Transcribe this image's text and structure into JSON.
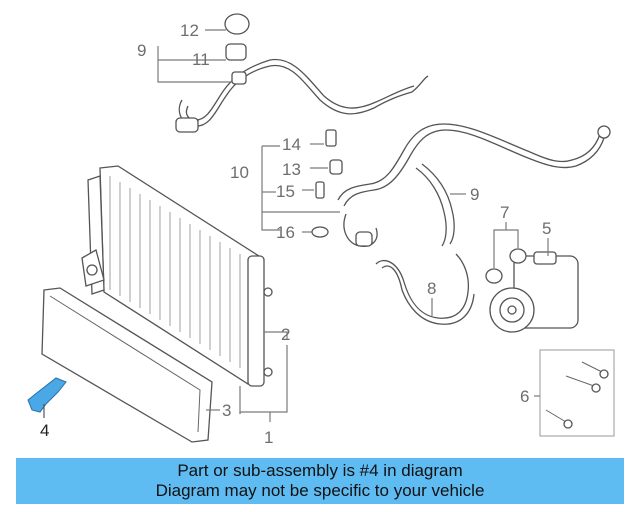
{
  "callouts": {
    "c1": "1",
    "c2": "2",
    "c3": "3",
    "c4": "4",
    "c5": "5",
    "c6": "6",
    "c7": "7",
    "c8": "8",
    "c9a": "9",
    "c9b": "9",
    "c10": "10",
    "c11": "11",
    "c12": "12",
    "c13": "13",
    "c14": "14",
    "c15": "15",
    "c16": "16"
  },
  "banner": {
    "line1": "Part or sub-assembly is #4 in diagram",
    "line2": "Diagram may not be specific to your vehicle",
    "color": "#5ebcf2"
  },
  "highlight_part": "4"
}
